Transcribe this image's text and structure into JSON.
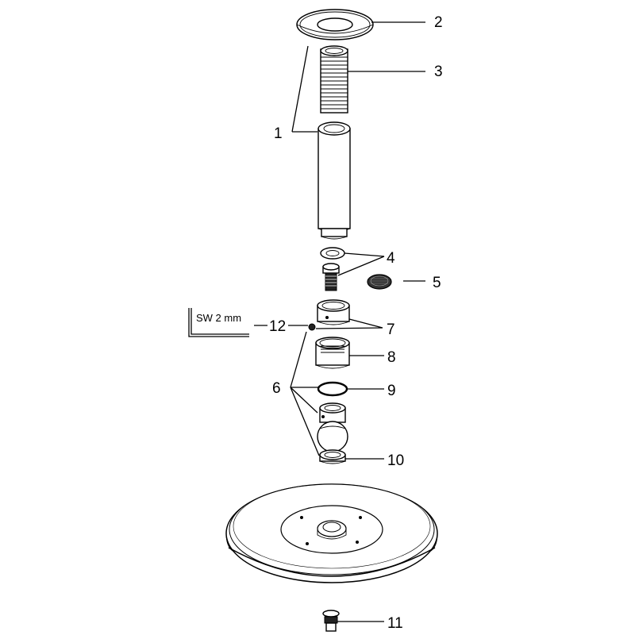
{
  "callouts": [
    {
      "number": "1"
    },
    {
      "number": "2"
    },
    {
      "number": "3"
    },
    {
      "number": "4"
    },
    {
      "number": "5"
    },
    {
      "number": "6"
    },
    {
      "number": "7"
    },
    {
      "number": "8"
    },
    {
      "number": "9"
    },
    {
      "number": "10"
    },
    {
      "number": "11"
    },
    {
      "number": "12"
    }
  ],
  "tool": {
    "label": "SW 2 mm"
  }
}
